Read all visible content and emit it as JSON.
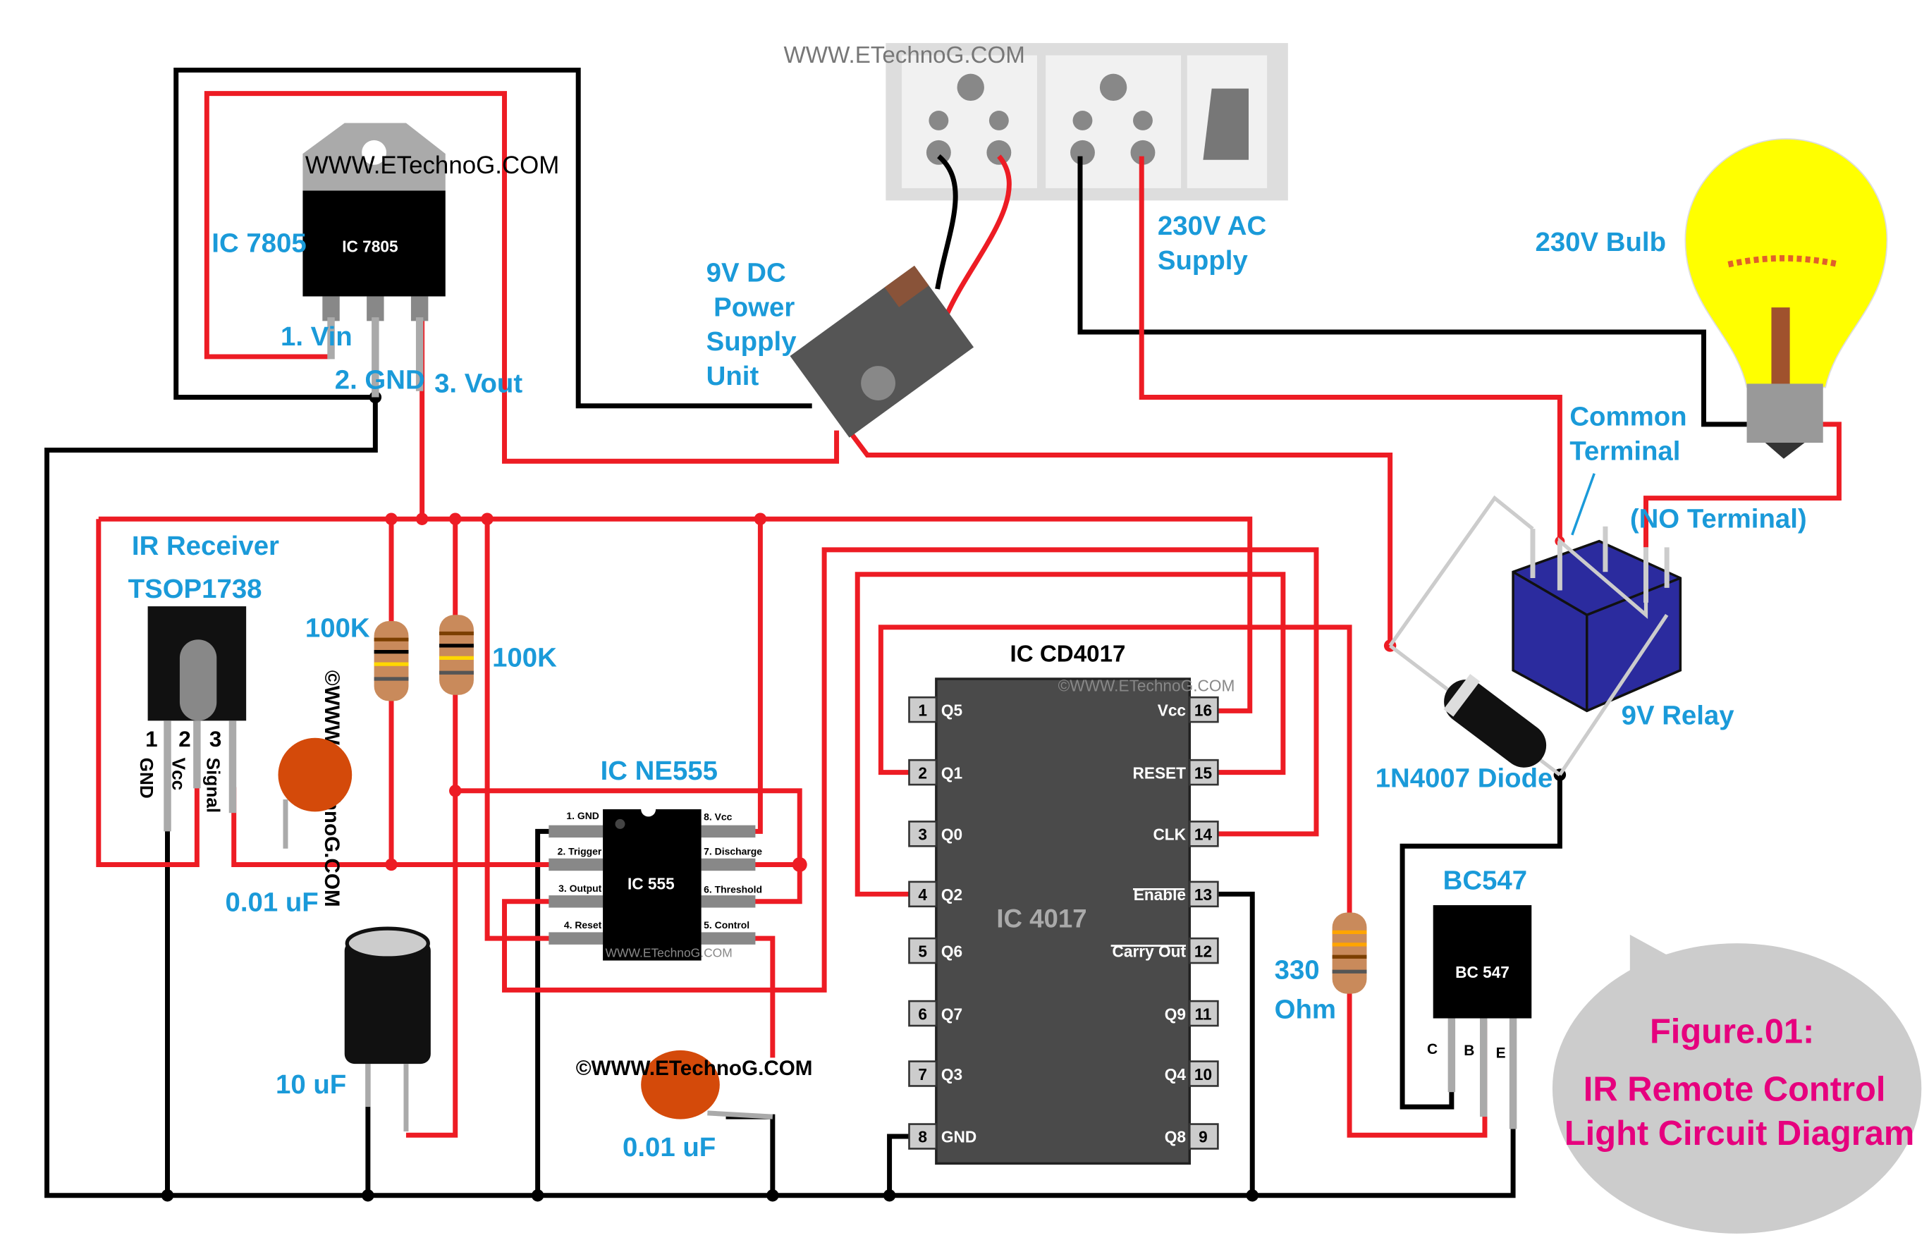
{
  "watermark_top": "WWW.ETechnoG.COM",
  "regulator": {
    "watermark": "WWW.ETechnoG.COM",
    "label": "IC 7805",
    "body_text": "IC 7805",
    "pins": [
      "1. Vin",
      "2. GND",
      "3. Vout"
    ]
  },
  "adapter": {
    "label_lines": [
      "9V DC",
      "Power",
      "Supply",
      "Unit"
    ]
  },
  "ac_supply": {
    "label_lines": [
      "230V AC",
      "Supply"
    ]
  },
  "bulb": {
    "label": "230V Bulb",
    "color": "#ffff00"
  },
  "relay": {
    "label": "9V Relay",
    "common_lines": [
      "Common",
      "Terminal"
    ],
    "no_terminal": "(NO Terminal)",
    "color": "#2b2b9e"
  },
  "diode": {
    "label": "1N4007 Diode"
  },
  "ir_receiver": {
    "label_lines": [
      "IR Receiver",
      "TSOP1738"
    ],
    "pin_numbers": [
      "1",
      "2",
      "3"
    ],
    "pin_names": [
      "GND",
      "Vcc",
      "Signal"
    ],
    "watermark": "©WWW.ETechnoG.COM"
  },
  "resistors": {
    "r1": "100K",
    "r2": "100K",
    "r3_lines": [
      "330",
      "Ohm"
    ]
  },
  "capacitors": {
    "c1": "0.01 uF",
    "c2": "10 uF",
    "c3": "0.01 uF",
    "c3_watermark": "©WWW.ETechnoG.COM"
  },
  "ne555": {
    "title": "IC NE555",
    "body": "IC 555",
    "watermark": "WWW.ETechnoG.COM",
    "pins_left": [
      "1. GND",
      "2. Trigger",
      "3. Output",
      "4. Reset"
    ],
    "pins_right": [
      "8. Vcc",
      "7. Discharge",
      "6. Threshold",
      "5. Control"
    ]
  },
  "cd4017": {
    "title": "IC CD4017",
    "body": "IC 4017",
    "watermark": "©WWW.ETechnoG.COM",
    "pins_left": [
      {
        "num": "1",
        "name": "Q5"
      },
      {
        "num": "2",
        "name": "Q1"
      },
      {
        "num": "3",
        "name": "Q0"
      },
      {
        "num": "4",
        "name": "Q2"
      },
      {
        "num": "5",
        "name": "Q6"
      },
      {
        "num": "6",
        "name": "Q7"
      },
      {
        "num": "7",
        "name": "Q3"
      },
      {
        "num": "8",
        "name": "GND"
      }
    ],
    "pins_right": [
      {
        "num": "16",
        "name": "Vcc"
      },
      {
        "num": "15",
        "name": "RESET"
      },
      {
        "num": "14",
        "name": "CLK"
      },
      {
        "num": "13",
        "name": "Enable"
      },
      {
        "num": "12",
        "name": "Carry Out"
      },
      {
        "num": "11",
        "name": "Q9"
      },
      {
        "num": "10",
        "name": "Q4"
      },
      {
        "num": "9",
        "name": "Q8"
      }
    ]
  },
  "transistor": {
    "label": "BC547",
    "body": "BC 547",
    "pins": [
      "C",
      "B",
      "E"
    ]
  },
  "figure": {
    "number": "Figure.01:",
    "title_lines": [
      "IR Remote Control",
      "Light Circuit Diagram"
    ],
    "color": "#e6007e"
  }
}
